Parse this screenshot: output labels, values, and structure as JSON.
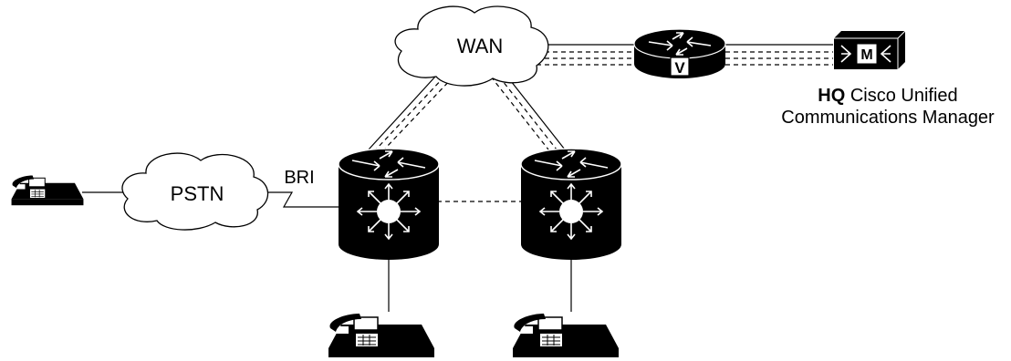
{
  "clouds": {
    "wan": "WAN",
    "pstn": "PSTN"
  },
  "links": {
    "bri": "BRI"
  },
  "hq": {
    "line1_bold": "HQ",
    "line1_rest": " Cisco Unified",
    "line2": "Communications Manager",
    "server_badge": "M",
    "router_badge": "V"
  },
  "colors": {
    "device": "#000000",
    "background": "#ffffff",
    "line": "#000000"
  },
  "icons": {
    "wan": "cloud-icon",
    "pstn": "cloud-icon",
    "hq_router": "voice-router-icon",
    "hq_server": "call-manager-server-icon",
    "branch_switches": "layer3-switch-icon",
    "phones": "ip-phone-icon"
  }
}
